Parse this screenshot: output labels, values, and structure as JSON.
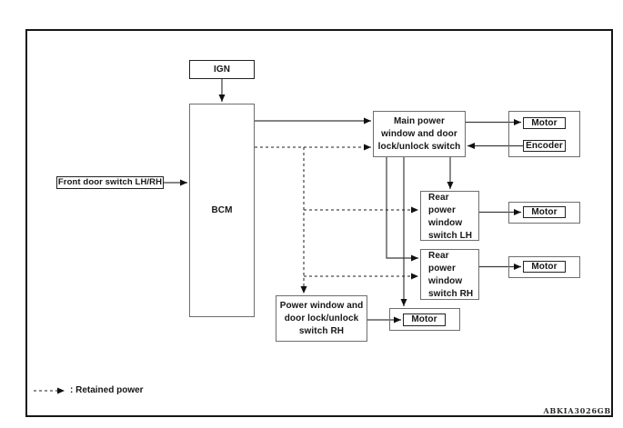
{
  "diagram": {
    "code": "ABKIA3026GB",
    "legend": {
      "label": ": Retained power"
    },
    "boxes": {
      "ign": {
        "label": "IGN"
      },
      "bcm": {
        "label": "BCM"
      },
      "front_door_switch": {
        "label": "Front door switch LH/RH"
      },
      "main_power_switch": {
        "lines": [
          "Main power",
          "window and door",
          "lock/unlock switch"
        ]
      },
      "motor_main": {
        "label": "Motor"
      },
      "encoder": {
        "label": "Encoder"
      },
      "rear_switch_lh": {
        "lines": [
          "Rear power",
          "window",
          "switch LH"
        ]
      },
      "motor_rear_lh": {
        "label": "Motor"
      },
      "rear_switch_rh": {
        "lines": [
          "Rear power",
          "window",
          "switch RH"
        ]
      },
      "motor_rear_rh": {
        "label": "Motor"
      },
      "power_window_switch_rh": {
        "lines": [
          "Power window and",
          "door lock/unlock",
          "switch RH"
        ]
      },
      "motor_front_rh": {
        "label": "Motor"
      }
    },
    "colors": {
      "line": "#3c3c3c",
      "dashed": "#1c1c1c",
      "arrow": "#111111",
      "container_border": "#6e6e6e",
      "leaf_border": "#222222"
    }
  }
}
